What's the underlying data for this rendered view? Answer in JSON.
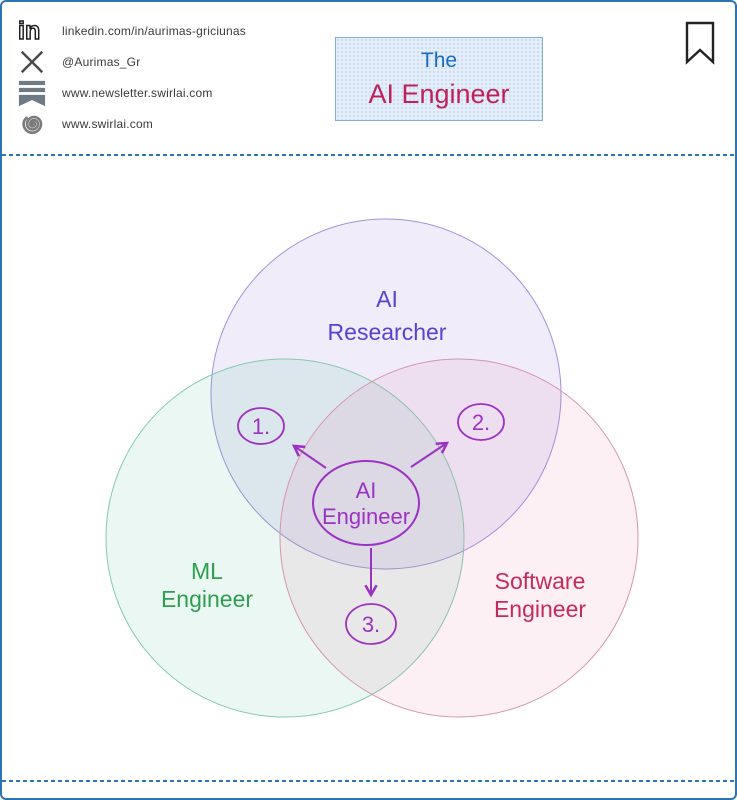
{
  "header": {
    "social": [
      {
        "icon": "linkedin-icon",
        "text": "linkedin.com/in/aurimas-griciunas"
      },
      {
        "icon": "x-icon",
        "text": "@Aurimas_Gr"
      },
      {
        "icon": "newsletter-icon",
        "text": "www.newsletter.swirlai.com"
      },
      {
        "icon": "swirl-icon",
        "text": "www.swirlai.com"
      }
    ],
    "title": {
      "line1": "The",
      "line2": "AI Engineer"
    }
  },
  "venn": {
    "researcher": {
      "line1": "AI",
      "line2": "Researcher",
      "text_color": "#5b41d0"
    },
    "ml": {
      "line1": "ML",
      "line2": "Engineer",
      "text_color": "#2f9e50"
    },
    "software": {
      "line1": "Software",
      "line2": "Engineer",
      "text_color": "#c62a5c"
    },
    "center": {
      "line1": "AI",
      "line2": "Engineer",
      "color": "#9c32c3"
    },
    "steps": [
      {
        "label": "1."
      },
      {
        "label": "2."
      },
      {
        "label": "3."
      }
    ]
  },
  "colors": {
    "frame_blue": "#2e74b5",
    "accent_purple": "#9c32c3",
    "title_the_blue": "#1c6cbe",
    "title_main_crimson": "#bf2159",
    "researcher_fill": "#f1edfa",
    "ml_fill": "#eaf6f0",
    "software_fill": "#fceff4"
  }
}
